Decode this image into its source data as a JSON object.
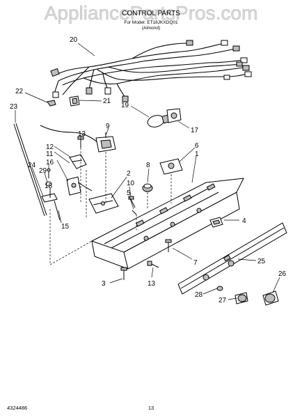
{
  "watermark": "AppliancePartsPros.com",
  "header": {
    "title": "CONTROL PARTS",
    "model_line": "For Model: ET18JKXDQ01",
    "color_line": "(Almond)"
  },
  "callouts": {
    "c1": "1",
    "c2": "2",
    "c3": "3",
    "c4": "4",
    "c5": "5",
    "c6": "6",
    "c7": "7",
    "c8": "8",
    "c9": "9",
    "c10": "10",
    "c11": "11",
    "c12": "12",
    "c13": "13",
    "c15": "15",
    "c16": "16",
    "c17": "17",
    "c18": "18",
    "c19": "19",
    "c20": "20",
    "c21": "21",
    "c22": "22",
    "c23": "23",
    "c24": "24",
    "c25": "25",
    "c26": "26",
    "c27": "27",
    "c28": "28",
    "c29": "29"
  },
  "footer": {
    "doc_number": "4324486",
    "page_number": "13"
  }
}
